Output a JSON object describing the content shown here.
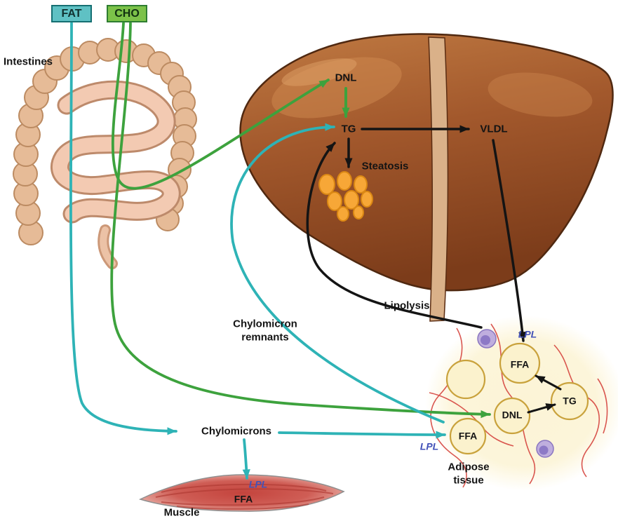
{
  "inputs": {
    "fat": "FAT",
    "cho": "CHO"
  },
  "intestines": {
    "label": "Intestines"
  },
  "liver": {
    "dnl": "DNL",
    "tg": "TG",
    "vldl": "VLDL",
    "steatosis": "Steatosis"
  },
  "pathways": {
    "lipolysis": "Lipolysis",
    "chylomicron_remnants": "Chylomicron\nremnants",
    "chylomicrons": "Chylomicrons"
  },
  "adipose": {
    "lpl_top": "LPL",
    "ffa_top": "FFA",
    "dnl": "DNL",
    "tg": "TG",
    "ffa_bottom": "FFA",
    "lpl_bottom": "LPL",
    "label": "Adipose\ntissue"
  },
  "muscle": {
    "lpl": "LPL",
    "ffa": "FFA",
    "label": "Muscle"
  },
  "colors": {
    "teal_arrow": "#2eb3b6",
    "green_arrow": "#3da23d",
    "black_arrow": "#141414",
    "lpl_blue": "#4352b8",
    "liver_brown": "#a2582c",
    "droplet_orange": "#f7a737",
    "adipocyte_fill": "#fbf2cd",
    "adipocyte_border": "#c9a23c",
    "fat_box": "#5fc1c4",
    "cho_box": "#7cc249"
  }
}
